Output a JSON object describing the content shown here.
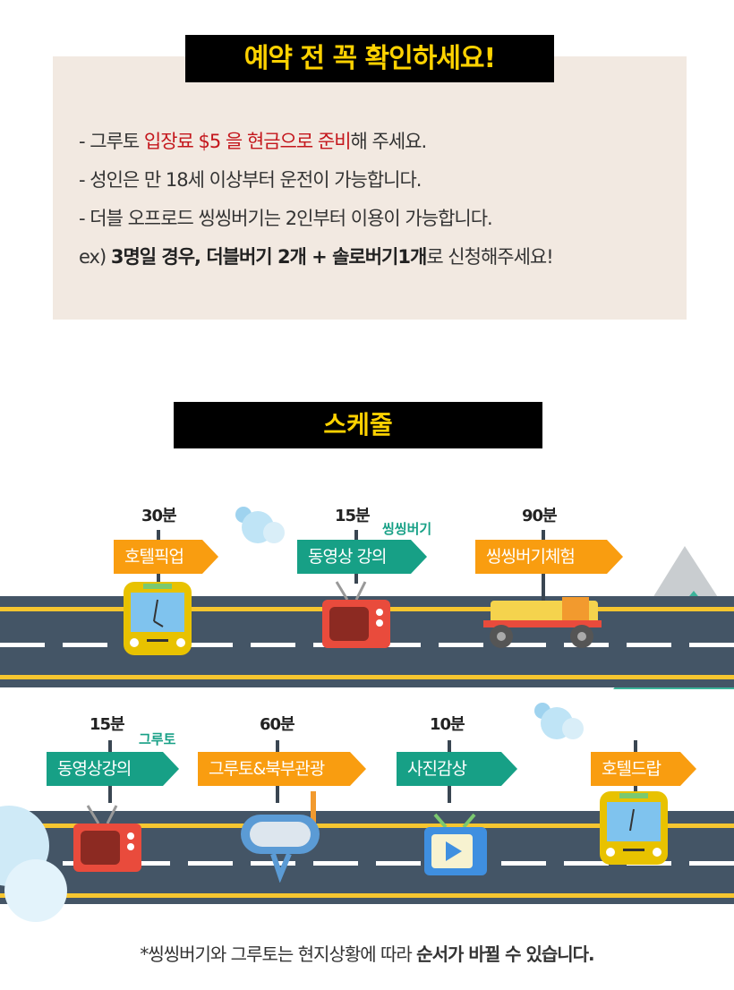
{
  "notice": {
    "title": "예약 전 꼭 확인하세요!",
    "line1": {
      "pre": "- 그루토 ",
      "highlight": "입장료 $5 을 현금으로 준비",
      "post": "해 주세요."
    },
    "line2": "-  성인은 만 18세 이상부터 운전이 가능합니다.",
    "line3": "- 더블 오프로드 씽씽버기는 2인부터 이용이 가능합니다.",
    "line4": {
      "pre": "ex) ",
      "bold": "3명일 경우, 더블버기 2개 + 솔로버기1개",
      "post": "로 신청해주세요!"
    }
  },
  "schedule": {
    "title": "스케줄",
    "row1": [
      {
        "time": "30분",
        "label": "호텔픽업",
        "color": "orange",
        "icon": "bus-icon"
      },
      {
        "time": "15분",
        "label": "동영상 강의",
        "tag": "씽씽버기",
        "color": "green",
        "icon": "tv-icon"
      },
      {
        "time": "90분",
        "label": "씽씽버기체험",
        "color": "orange",
        "icon": "buggy-icon"
      }
    ],
    "row2": [
      {
        "time": "15분",
        "label": "동영상강의",
        "tag": "그루토",
        "color": "green",
        "icon": "tv-icon"
      },
      {
        "time": "60분",
        "label": "그루토&북부관광",
        "color": "orange",
        "icon": "snorkel-mask-icon"
      },
      {
        "time": "10분",
        "label": "사진감상",
        "color": "green",
        "icon": "video-screen-icon"
      },
      {
        "label": "호텔드랍",
        "color": "orange",
        "icon": "bus-icon"
      }
    ]
  },
  "footer": {
    "pre": "*씽씽버기와 그루토는 현지상황에 따라 ",
    "bold": "순서가 바뀔 수 있습니다."
  },
  "colors": {
    "orange": "#f99d10",
    "green": "#17a086",
    "yellow": "#ffd200",
    "red": "#c4161c",
    "road": "#445566"
  }
}
